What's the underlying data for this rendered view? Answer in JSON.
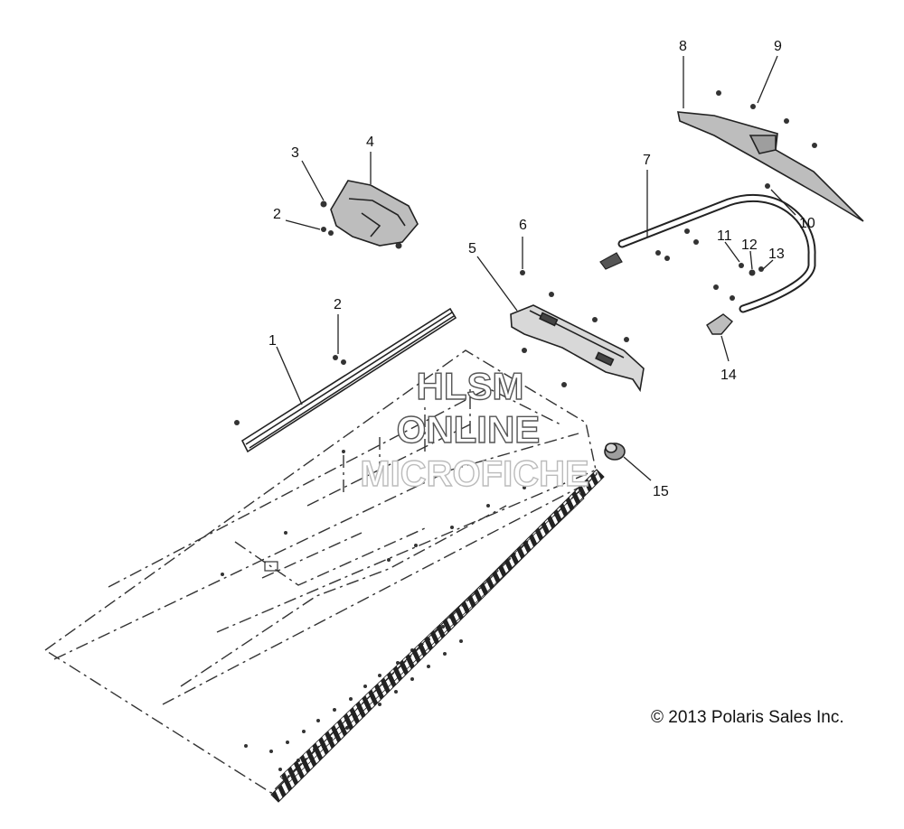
{
  "callouts": {
    "c1": "1",
    "c2a": "2",
    "c2b": "2",
    "c3": "3",
    "c4": "4",
    "c5": "5",
    "c6": "6",
    "c7": "7",
    "c8": "8",
    "c9": "9",
    "c10": "10",
    "c11": "11",
    "c12": "12",
    "c13": "13",
    "c14": "14",
    "c15": "15"
  },
  "watermark": {
    "line1": "HLSM",
    "line2": "ONLINE",
    "line3": "MICROFICHE"
  },
  "copyright": "© 2013 Polaris Sales Inc."
}
